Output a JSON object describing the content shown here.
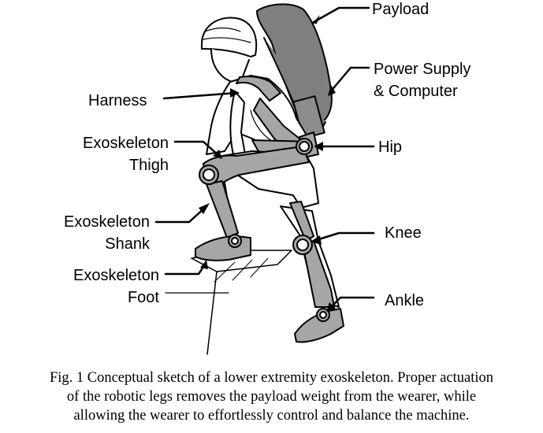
{
  "labels": {
    "payload": "Payload",
    "power_supply": [
      "Power Supply",
      "& Computer"
    ],
    "harness": "Harness",
    "hip": "Hip",
    "exo_thigh": [
      "Exoskeleton",
      "Thigh"
    ],
    "exo_shank": [
      "Exoskeleton",
      "Shank"
    ],
    "knee": "Knee",
    "exo_foot": [
      "Exoskeleton",
      "Foot"
    ],
    "ankle": "Ankle"
  },
  "caption": [
    "Fig. 1 Conceptual sketch of a lower extremity exoskeleton.  Proper actuation",
    "of the robotic legs removes the payload weight from the wearer, while",
    "allowing the wearer to effortlessly control and balance the machine."
  ],
  "colors": {
    "exo_gray": "#a6a6a6",
    "pack_gray": "#7f7f7f",
    "line": "#000000"
  }
}
